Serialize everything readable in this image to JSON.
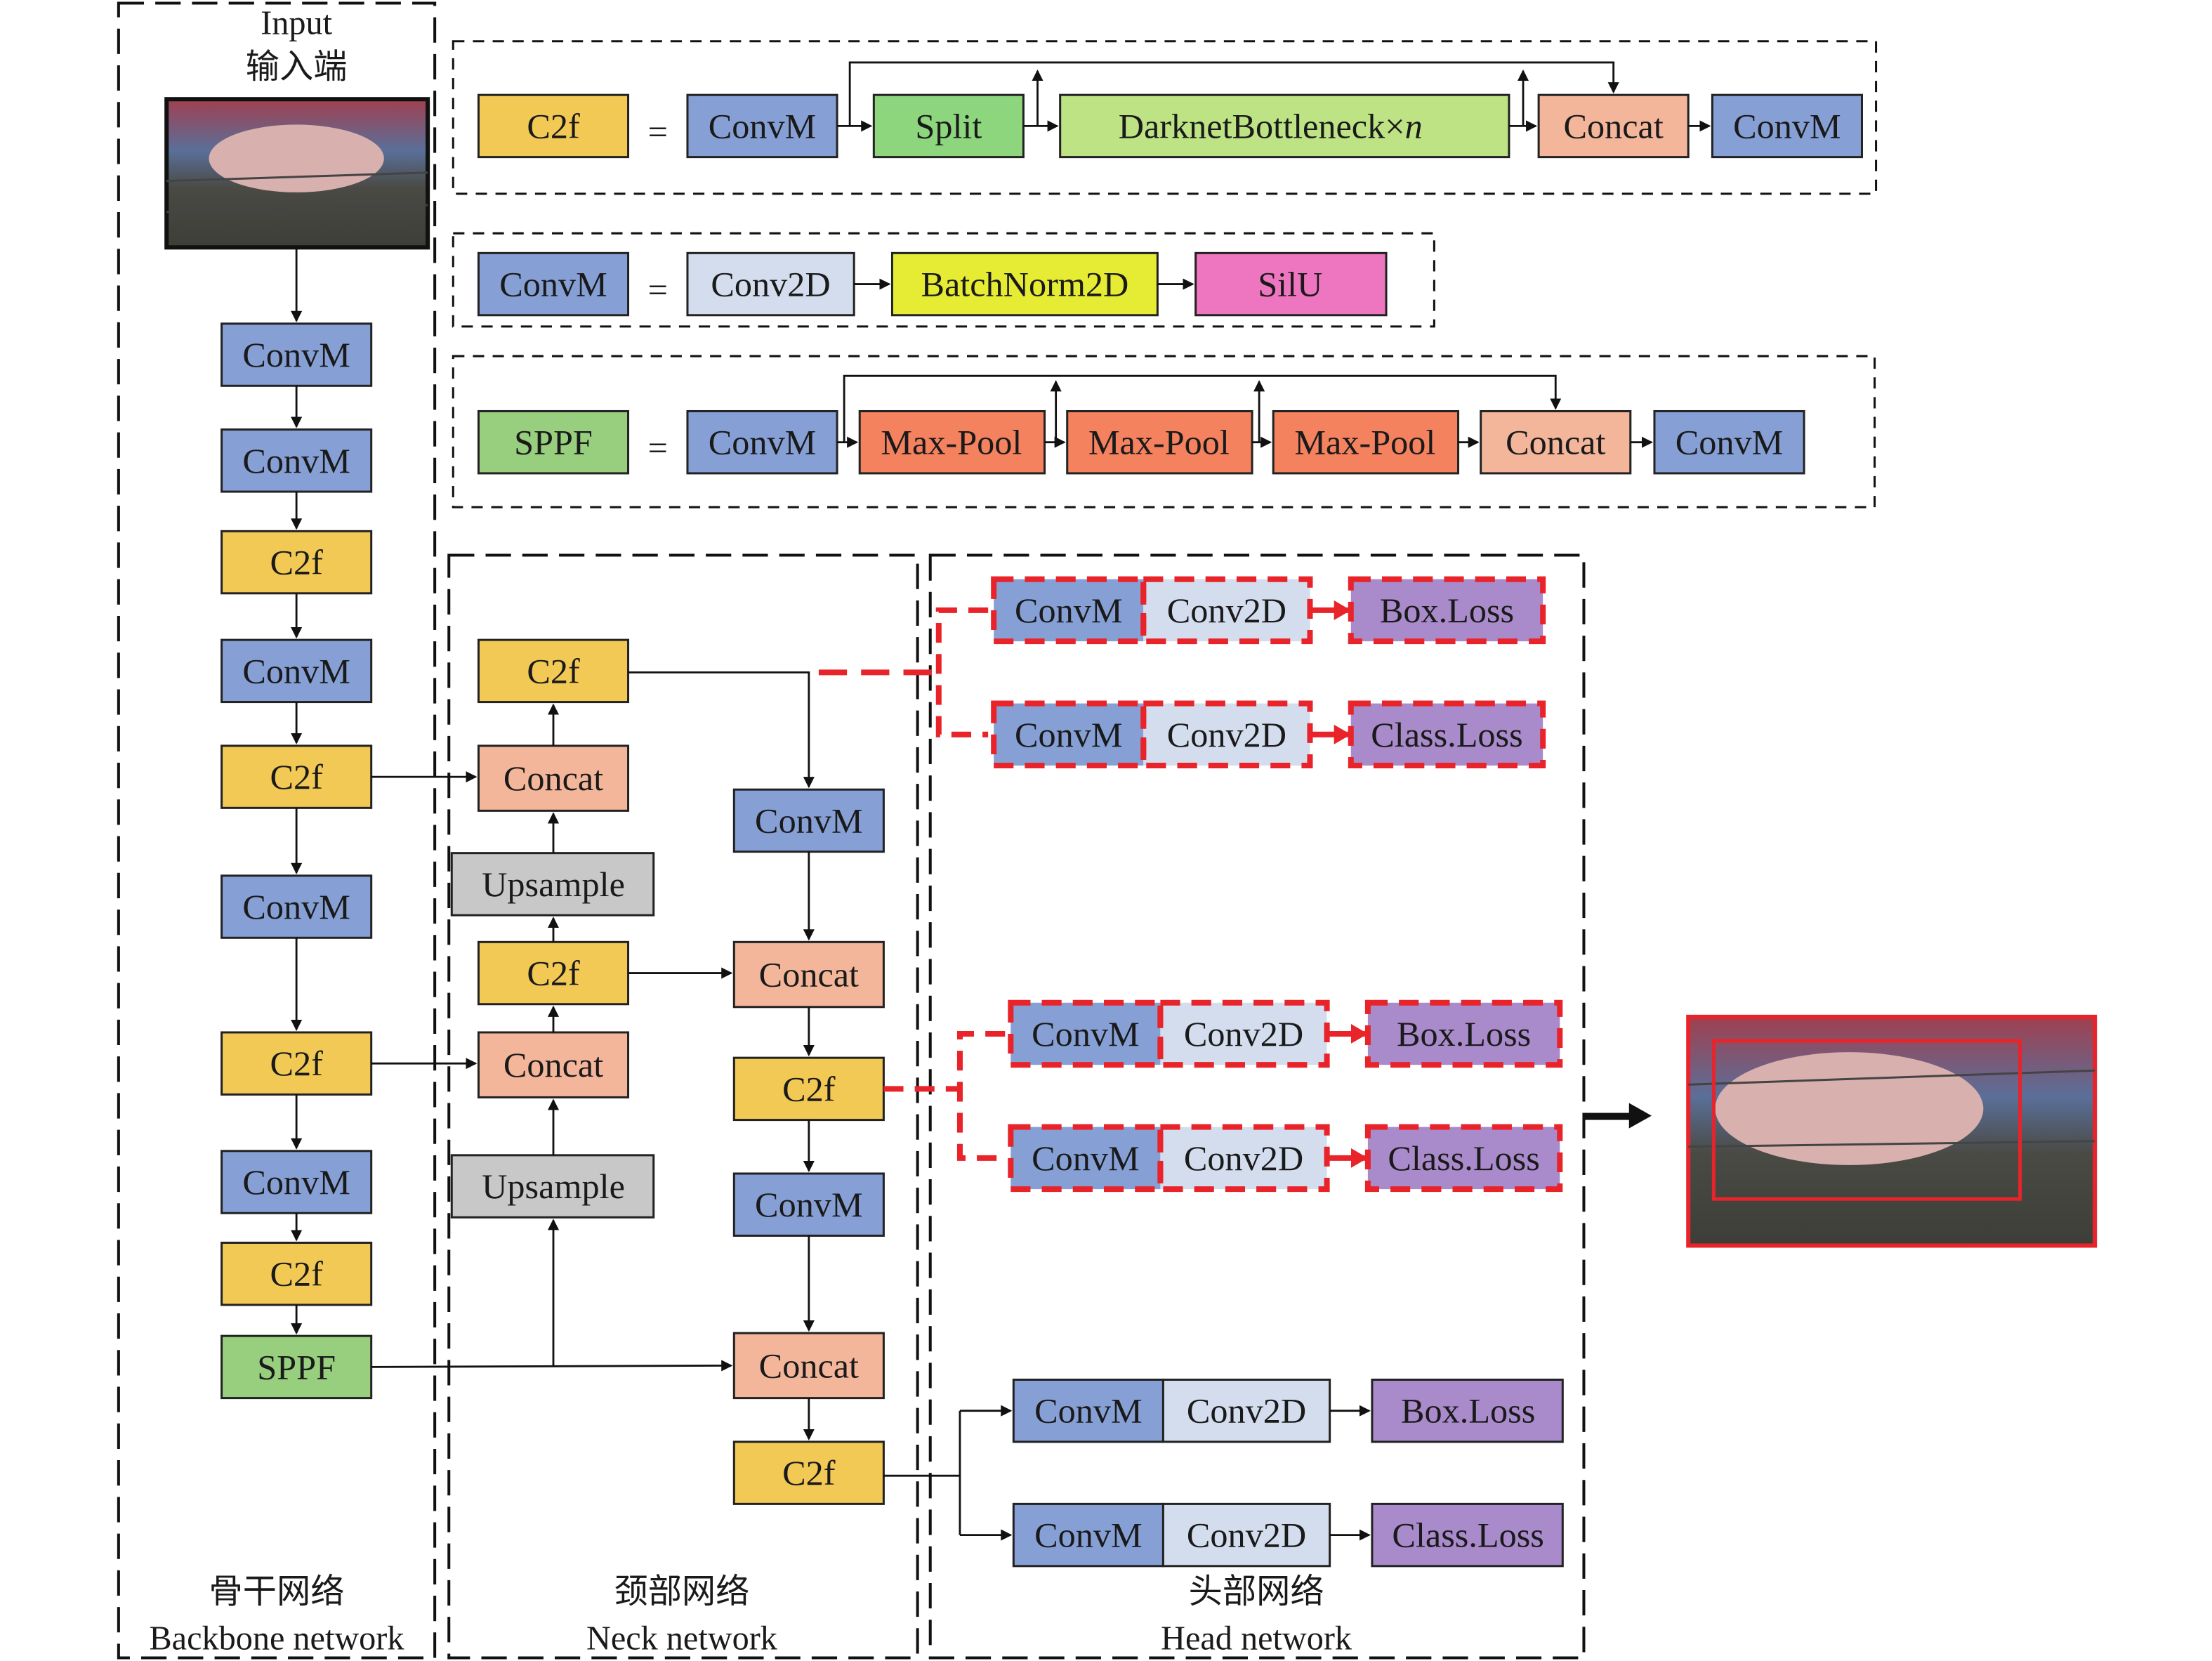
{
  "colors": {
    "convm": "#86a0d6",
    "c2f": "#f2c955",
    "spp": "#98cf7e",
    "split": "#8ed67e",
    "darknet": "#bde384",
    "concat": "#f4b69a",
    "conv2d": "#d3ddee",
    "bn": "#e6ec33",
    "silu": "#ee76c0",
    "maxpool": "#f4825f",
    "upsample": "#c8c8c8",
    "loss": "#a98aca",
    "red": "#e8242a"
  },
  "input": {
    "title_en": "Input",
    "title_zh": "输入端"
  },
  "legend": {
    "c2f": {
      "name": "C2f",
      "eq": "=",
      "parts": [
        "ConvM",
        "Split",
        "DarknetBottleneck×",
        "Concat",
        "ConvM"
      ],
      "n": "n"
    },
    "convm": {
      "name": "ConvM",
      "eq": "=",
      "parts": [
        "Conv2D",
        "BatchNorm2D",
        "SilU"
      ]
    },
    "sppf": {
      "name": "SPPF",
      "eq": "=",
      "parts": [
        "ConvM",
        "Max-Pool",
        "Max-Pool",
        "Max-Pool",
        "Concat",
        "ConvM"
      ]
    }
  },
  "backbone": {
    "blocks": [
      "ConvM",
      "ConvM",
      "C2f",
      "ConvM",
      "C2f",
      "ConvM",
      "C2f",
      "ConvM",
      "C2f",
      "SPPF"
    ],
    "caption_zh": "骨干网络",
    "caption_en": "Backbone network"
  },
  "neck": {
    "left": [
      "C2f",
      "Concat",
      "Upsample",
      "C2f",
      "Concat",
      "Upsample"
    ],
    "right": [
      "ConvM",
      "Concat",
      "C2f",
      "ConvM",
      "Concat",
      "C2f"
    ],
    "caption_zh": "颈部网络",
    "caption_en": "Neck network"
  },
  "head": {
    "convm": "ConvM",
    "conv2d": "Conv2D",
    "box": "Box.Loss",
    "cls": "Class.Loss",
    "caption_zh": "头部网络",
    "caption_en": "Head network"
  }
}
